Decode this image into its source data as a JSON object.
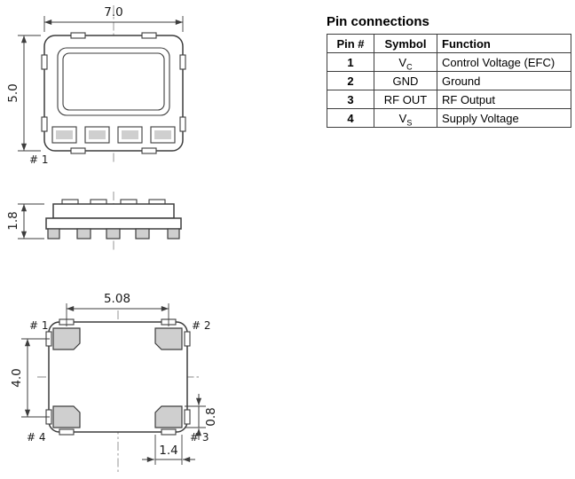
{
  "table": {
    "title": "Pin connections",
    "headers": [
      "Pin #",
      "Symbol",
      "Function"
    ],
    "rows": [
      {
        "pin": "1",
        "symbol": "V",
        "symbol_sub": "C",
        "function": "Control Voltage (EFC)"
      },
      {
        "pin": "2",
        "symbol": "GND",
        "symbol_sub": "",
        "function": "Ground"
      },
      {
        "pin": "3",
        "symbol": "RF OUT",
        "symbol_sub": "",
        "function": "RF Output"
      },
      {
        "pin": "4",
        "symbol": "V",
        "symbol_sub": "S",
        "function": "Supply Voltage"
      }
    ]
  },
  "drawings": {
    "top_view": {
      "width_dim": "7.0",
      "height_dim": "5.0",
      "pin1_label": "# 1"
    },
    "side_view": {
      "height_dim": "1.8"
    },
    "bottom_view": {
      "pad_pitch_dim": "5.08",
      "height_dim": "4.0",
      "pad_height_dim": "0.8",
      "pad_width_dim": "1.4",
      "pin1_label": "# 1",
      "pin2_label": "# 2",
      "pin3_label": "# 3",
      "pin4_label": "# 4"
    }
  },
  "colors": {
    "line": "#3d3d3d",
    "pad_fill": "#cfcfcf",
    "centerline": "#8a8a8a"
  }
}
